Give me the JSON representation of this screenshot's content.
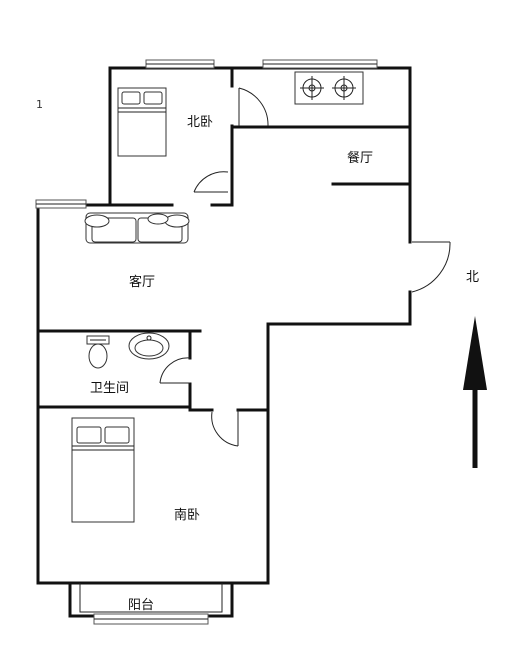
{
  "rooms": {
    "north_bedroom": "北卧",
    "dining": "餐厅",
    "living": "客厅",
    "bathroom": "卫生间",
    "south_bedroom": "南卧",
    "balcony": "阳台"
  },
  "compass": {
    "label": "北"
  },
  "corner_mark": "1"
}
